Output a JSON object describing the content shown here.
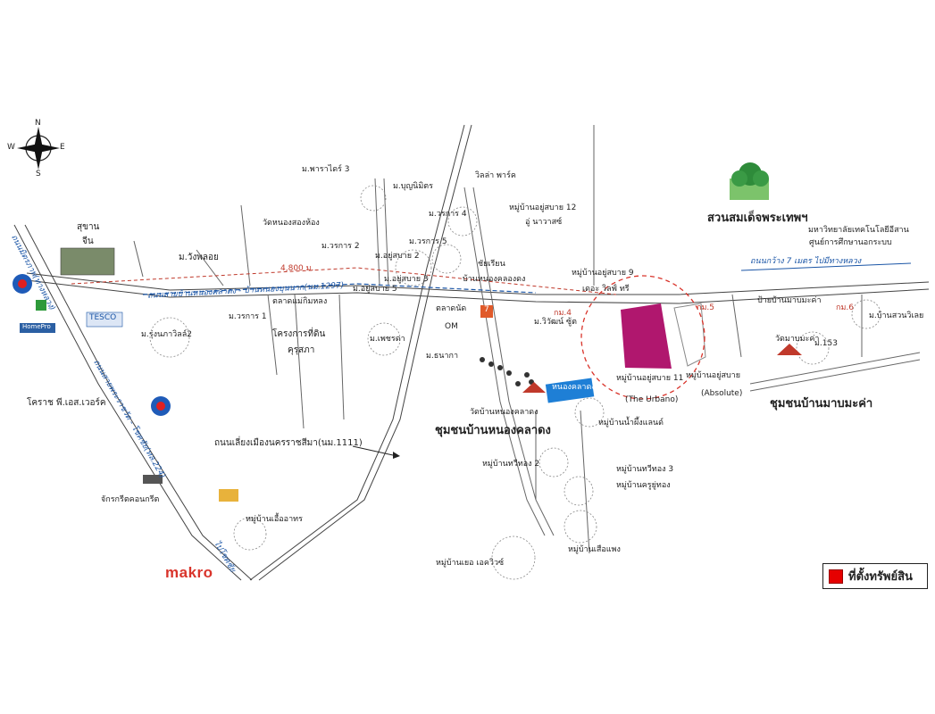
{
  "compass": {
    "n": "N",
    "s": "S",
    "e": "E",
    "w": "W"
  },
  "labels": {
    "sukhan": "สุขาน",
    "chin": "จีน",
    "wangphlo": "ม.วังพลอย",
    "wat_nongsongkhong": "วัดหนองสองห้อง",
    "m_pharakai3": "ม.พาราไดร์ 3",
    "m_bunnimit": "ม.บุญนิมิตร",
    "m_worakan2": "ม.วรการ 2",
    "villa_park": "วิลล่า พาร์ค",
    "m_worakan4": "ม.วรการ 4",
    "m_worakan5": "ม.วรการ 5",
    "village12": "หมู่บ้านอยู่สบาย 12",
    "u_nawas": "อู่ นาวาสซ์",
    "m_yusabai2": "ม.อยู่สบาย 2",
    "m_yusabai3": "ม.อยู่สบาย 3",
    "m_yusabai5": "ม.อยู่สบาย 5",
    "talad_maenang": "ตลาดแม่กิมหลง",
    "m_worakan1": "ม.วรการ 1",
    "m_rungkanwela2": "ม.รุ่งนภาวิลล์2",
    "project_land": "โครงการที่ดิน",
    "kurusapha": "คุรุสภา",
    "m_phetcharat": "ม.เพชรดา",
    "m_thanaka": "ม.ธนากา",
    "om": "OM",
    "taladnat": "ตลาดนัด",
    "chonrian": "ชัยเรียน",
    "ban_nongkhaileng": "บ้านหนองคลองดง",
    "m_viwat": "ม.วิวัฒน์ ซู้ต",
    "village9": "หมู่บ้านอยู่สบาย 9",
    "th_view": "เดอะ วิลฟ์ ทรี",
    "village11": "หมู่บ้านอยู่สบาย 11",
    "the_urbano": "(The Urbano)",
    "absolute": "(Absolute)",
    "village_absolute": "หมู่บ้านอยู่สบาย",
    "wat_bannongkhaileng": "วัดบ้านหนองคลาดง",
    "community_nong": "ชุมชนบ้านหนองคลาดง",
    "village_namphueng": "หมู่บ้านน้ำผึ้งแลนด์",
    "village_thawithong2": "หมู่บ้านทวีทอง 2",
    "village_thawithong3": "หมู่บ้านทวีทอง 3",
    "village_chaiyathong": "หมู่บ้านครูยู่ทอง",
    "village_sueaphaeng": "หมู่บ้านเสือแพง",
    "village_phor": "หมู่บ้านเยอ เอควิวซ์",
    "village_yusabaikhao": "หมู่บ้านเอื้ออาทร",
    "bypass_road": "ถนนเลี่ยงเมืองนครราชสีมา(นม.1111)",
    "chakrakrit": "จักรกรีตคอนกรีต",
    "korat_ps": "โคราช พี.เอส.เวอร์ค",
    "nong_pond": "หนองคลาดง",
    "suan_somdet": "สวนสมเด็จพระเทพฯ",
    "university1": "มหาวิทยาลัยเทคโนโลยีอีสาน",
    "university2": "ศูนย์การศึกษานอกระบบ",
    "bus_stop": "ป้ายบ้านมาบมะค่า",
    "m_banswanwila": "ม.บ้านสวนวิเลย",
    "wat_mabmakha": "วัดมาบมะค่า",
    "m_153": "ม.153",
    "community_mab": "ชุมชนบ้านมาบมะค่า",
    "road_blue_main": "ถนนสายบ้านหนองคลาดง - บ้านหนองบุนนาก(นม.1297)",
    "road_blue_right": "ถนนกว้าง 7 เมตร ไปมีทางหลวง",
    "road_left_vertical": "ถนนมิตรภาพ(ทางหลวง)",
    "road_diag": "ถนนสายพระราชวัด - โชคชัย(ทล.224)",
    "dist_4800": "4,800 ม.",
    "km4": "กม.4",
    "km5": "กม.5",
    "km6": "กม.6",
    "to_city": "ไปโชคชัย",
    "tesco": "TESCO",
    "homepro": "HomePro",
    "seven": "7"
  },
  "brand": {
    "makro": "makro"
  },
  "legend": {
    "label": "ที่ตั้งทรัพย์สิน",
    "color": "#e60000"
  },
  "colors": {
    "property": "#b0176e",
    "pond": "#1e7fd6",
    "road_blue": "#1a55a6",
    "road_red": "#c0392b"
  }
}
